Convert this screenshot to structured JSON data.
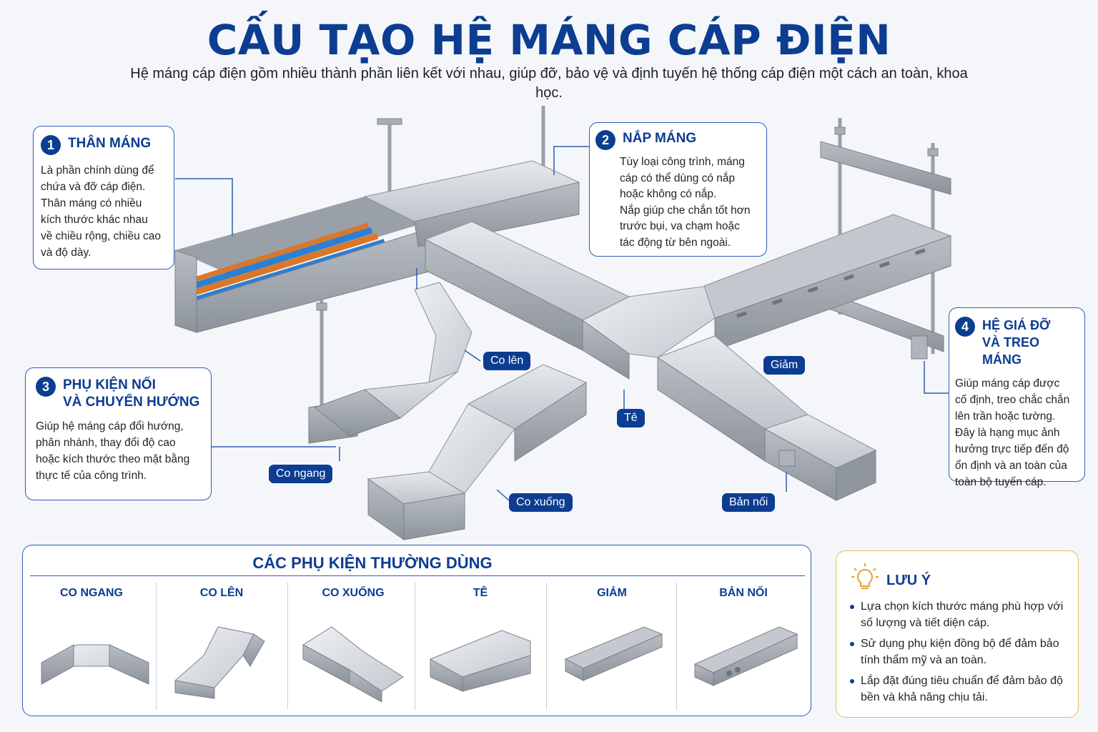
{
  "header": {
    "title": "CẤU TẠO HỆ MÁNG CÁP ĐIỆN",
    "subtitle": "Hệ máng cáp điện gồm nhiều thành phần liên kết với nhau, giúp đỡ, bảo vệ và định tuyến hệ thống cáp điện một cách an toàn, khoa học."
  },
  "callouts": [
    {
      "num": "1",
      "title": "THÂN MÁNG",
      "body": "Là phần chính dùng để\nchứa và đỡ cáp điện.\nThân máng có nhiều\nkích thước khác nhau\nvề chiều rộng, chiều cao\nvà độ dày."
    },
    {
      "num": "2",
      "title": "NẮP MÁNG",
      "body": "Tùy loại công trình, máng\ncáp có thể dùng có nắp\nhoặc không có nắp.\nNắp giúp che chắn tốt hơn\ntrước bụi, va chạm hoặc\ntác động từ bên ngoài."
    },
    {
      "num": "3",
      "title": "PHỤ KIỆN NỐI\nVÀ CHUYỂN HƯỚNG",
      "body": "Giúp hệ máng cáp đổi hướng,\nphân nhánh, thay đổi độ cao\nhoặc kích thước theo mặt bằng\nthực tế của công trình."
    },
    {
      "num": "4",
      "title": "HỆ GIÁ ĐỠ\nVÀ TREO MÁNG",
      "body": "Giúp máng cáp được\ncố định, treo chắc chắn\nlên trần hoặc tường.\nĐây là hạng mục ảnh\nhưởng trực tiếp đến độ\nổn định và an toàn của\ntoàn bộ tuyến cáp."
    }
  ],
  "tags": {
    "co_len": "Co lên",
    "co_ngang": "Co ngang",
    "te": "Tê",
    "co_xuong": "Co xuống",
    "giam": "Giảm",
    "ban_noi": "Bản nối"
  },
  "accessories": {
    "title": "CÁC PHỤ KIỆN THƯỜNG DÙNG",
    "items": [
      {
        "label": "CO NGANG",
        "icon": "horizontal-elbow"
      },
      {
        "label": "CO LÊN",
        "icon": "vertical-elbow-up"
      },
      {
        "label": "CO XUỐNG",
        "icon": "vertical-elbow-down"
      },
      {
        "label": "TÊ",
        "icon": "tee"
      },
      {
        "label": "GIẢM",
        "icon": "reducer"
      },
      {
        "label": "BẢN NỐI",
        "icon": "splice-plate"
      }
    ]
  },
  "note": {
    "title": "LƯU Ý",
    "icon": "lightbulb-icon",
    "items": [
      "Lựa chọn kích thước máng phù hợp với số lượng và tiết diện cáp.",
      "Sử dụng phụ kiện đồng bộ để đảm bảo tính thẩm mỹ và an toàn.",
      "Lắp đặt đúng tiêu chuẩn để đảm bảo độ bền và khả năng chịu tải."
    ]
  },
  "colors": {
    "brand": "#0c3d91",
    "border": "#2f5eb3",
    "note_border": "#e9bd5c",
    "metal": "#c9cdd3",
    "cable_blue": "#2b7fd4",
    "cable_orange": "#d9772a"
  }
}
